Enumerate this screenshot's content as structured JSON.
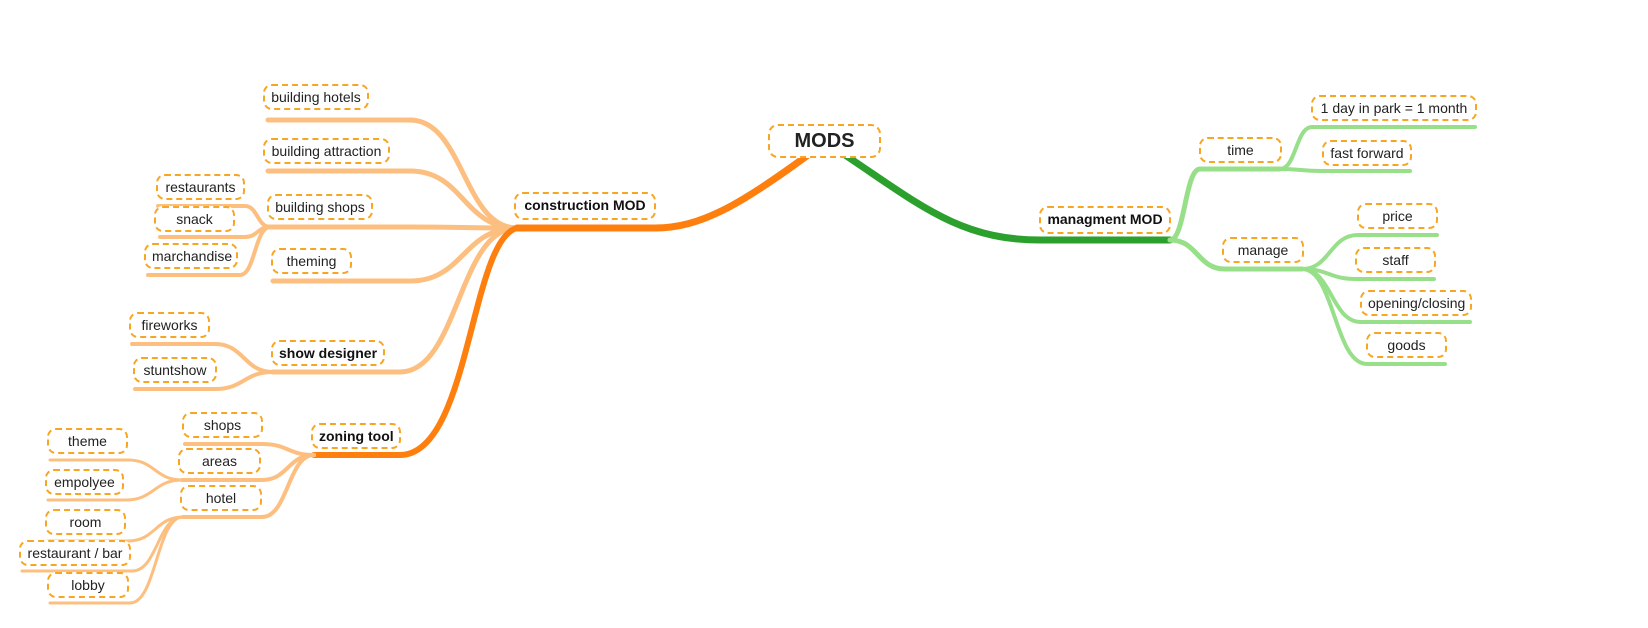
{
  "mindmap": {
    "root": "MODS",
    "colors": {
      "left_main": "#ff7f0e",
      "left_light": "#fdbf80",
      "right_main": "#2ca02c",
      "right_light": "#98df8a",
      "label_border": "#f6a623"
    },
    "construction": {
      "label": "construction MOD",
      "building_hotels": "building hotels",
      "building_attraction": "building attraction",
      "building_shops": "building shops",
      "restaurants": "restaurants",
      "snack": "snack",
      "marchandise": "marchandise",
      "theming": "theming",
      "show_designer": "show designer",
      "fireworks": "fireworks",
      "stuntshow": "stuntshow",
      "zoning_tool": "zoning tool",
      "shops": "shops",
      "areas": "areas",
      "theme": "theme",
      "empolyee": "empolyee",
      "hotel": "hotel",
      "room": "room",
      "restaurant_bar": "restaurant / bar",
      "lobby": "lobby"
    },
    "management": {
      "label": "managment MOD",
      "time": "time",
      "day_in_park": "1 day in park = 1 month",
      "fast_forward": "fast forward",
      "manage": "manage",
      "price": "price",
      "staff": "staff",
      "opening_closing": "opening/closing",
      "goods": "goods"
    }
  }
}
